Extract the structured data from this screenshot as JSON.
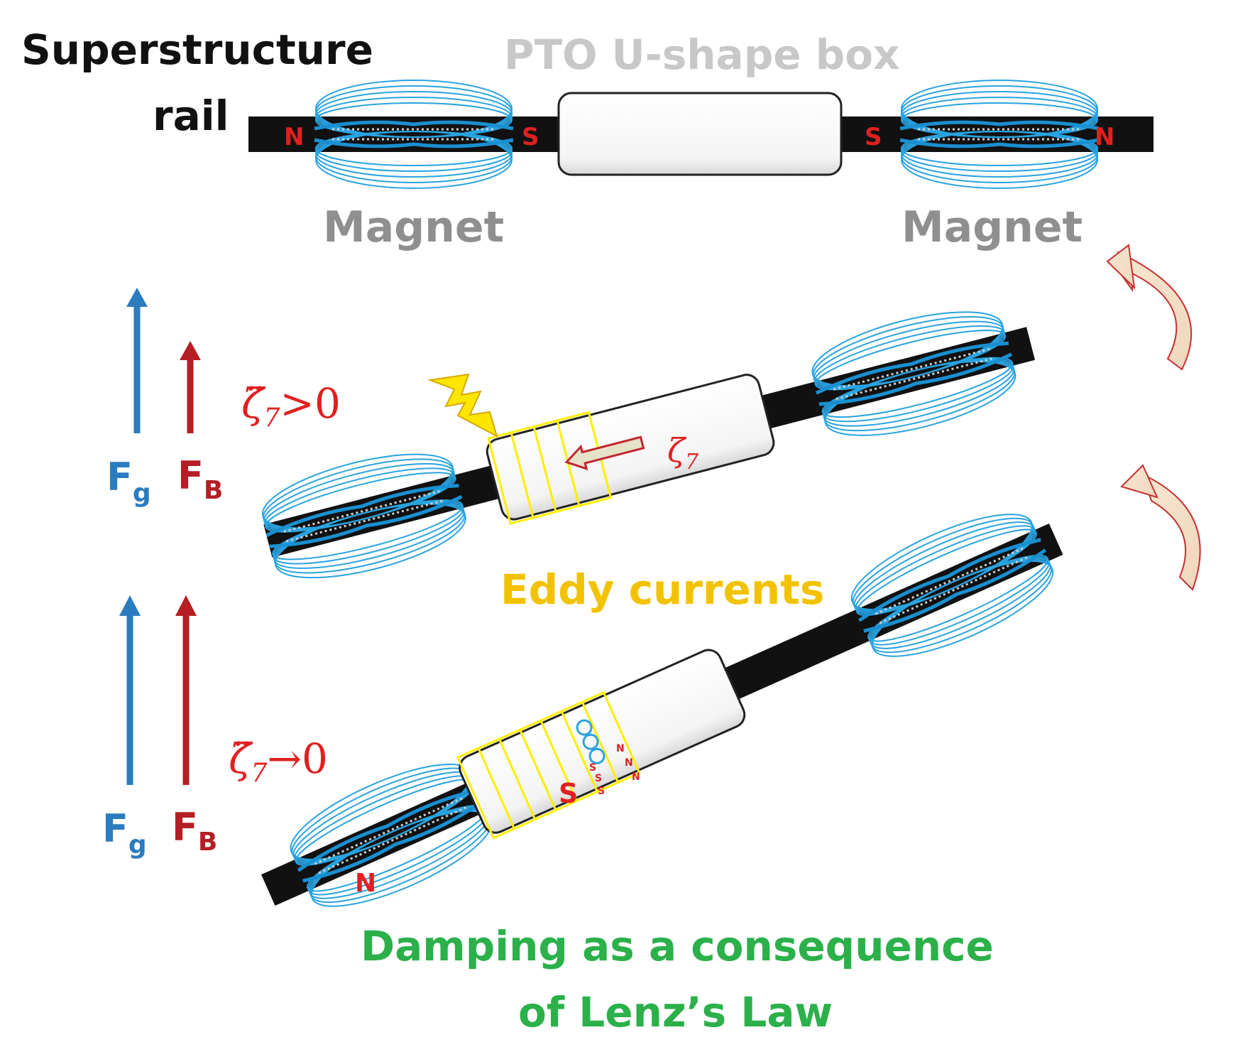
{
  "labels": {
    "superstructure_line1": "Superstructure",
    "superstructure_line2": "rail",
    "pto_box": "PTO U-shape box",
    "magnet_left": "Magnet",
    "magnet_right": "Magnet",
    "eddy_currents": "Eddy currents",
    "damping_line1": "Damping as a consequence",
    "damping_line2": "of Lenz’s Law"
  },
  "forces": {
    "gravity_symbol": "F",
    "gravity_sub": "g",
    "buoyancy_symbol": "F",
    "buoyancy_sub": "B"
  },
  "accel": {
    "row1_sym": "ζ̈",
    "row1_sub": "7",
    "row1_rel": ">0",
    "row2_sym": "ζ̈",
    "row2_sub": "7",
    "row2_rel": "→0"
  },
  "velocity": {
    "sym": "ζ",
    "sub": "7"
  },
  "poles": {
    "north": "N",
    "south": "S"
  },
  "colors": {
    "rail": "#111111",
    "field_lines": "#29a3e0",
    "gravity_arrow": "#2b7bbf",
    "buoyancy_arrow": "#b41e24",
    "accel_text": "#e02020",
    "eddy": "#f2c200",
    "coil": "#ffee00",
    "damping_text": "#2bb04a",
    "grey_label": "#9a9a9a",
    "pole_text": "#e02020"
  }
}
